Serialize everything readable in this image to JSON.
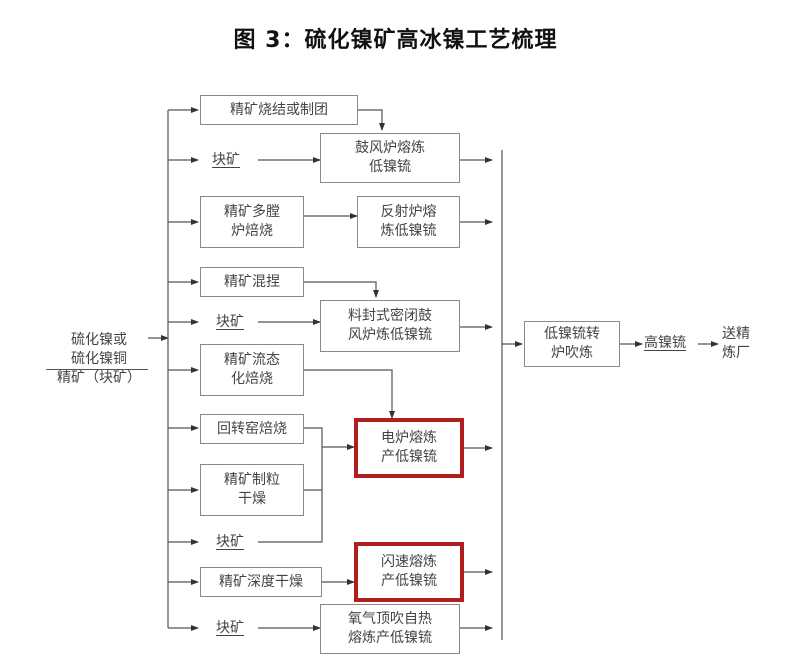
{
  "title": "图 3：硫化镍矿高冰镍工艺梳理",
  "source": "硫化镍或\n硫化镍铜\n精矿（块矿）",
  "steps": {
    "s1": "精矿烧结或制团",
    "s2": "块矿",
    "s3": "精矿多膛\n炉焙烧",
    "s4": "精矿混捏",
    "s5": "块矿",
    "s6": "精矿流态\n化焙烧",
    "s7": "回转窑焙烧",
    "s8": "精矿制粒\n干燥",
    "s9": "块矿",
    "s10": "精矿深度干燥",
    "s11": "块矿"
  },
  "smelt": {
    "m1": "鼓风炉熔炼\n低镍锍",
    "m2": "反射炉熔\n炼低镍锍",
    "m3": "料封式密闭鼓\n风炉炼低镍锍",
    "m4": "电炉熔炼\n产低镍锍",
    "m5": "闪速熔炼\n产低镍锍",
    "m6": "氧气顶吹自热\n熔炼产低镍锍"
  },
  "converter": "低镍锍转\n炉吹炼",
  "product": "高镍锍",
  "destination": "送精\n炼厂",
  "colors": {
    "highlight": "#b01e1e",
    "line": "#555555",
    "box_border": "#8a8a8a"
  }
}
